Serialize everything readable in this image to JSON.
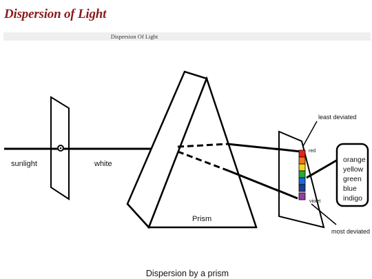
{
  "header": {
    "title": "Dispersion of Light",
    "caption_bar": "Dispersion Of Light"
  },
  "diagram": {
    "labels": {
      "sunlight": "sunlight",
      "white": "white",
      "prism": "Prism",
      "least_deviated": "least deviated",
      "most_deviated": "most deviated",
      "red": "red",
      "violet": "violet",
      "caption": "Dispersion by a prism"
    },
    "spectrum_box": [
      "orange",
      "yellow",
      "green",
      "blue",
      "indigo"
    ],
    "spectrum_colors": [
      "#e8201a",
      "#f07a1a",
      "#f2d81a",
      "#2aa83a",
      "#1a6ad8",
      "#243a8a",
      "#9a3aa8"
    ]
  }
}
